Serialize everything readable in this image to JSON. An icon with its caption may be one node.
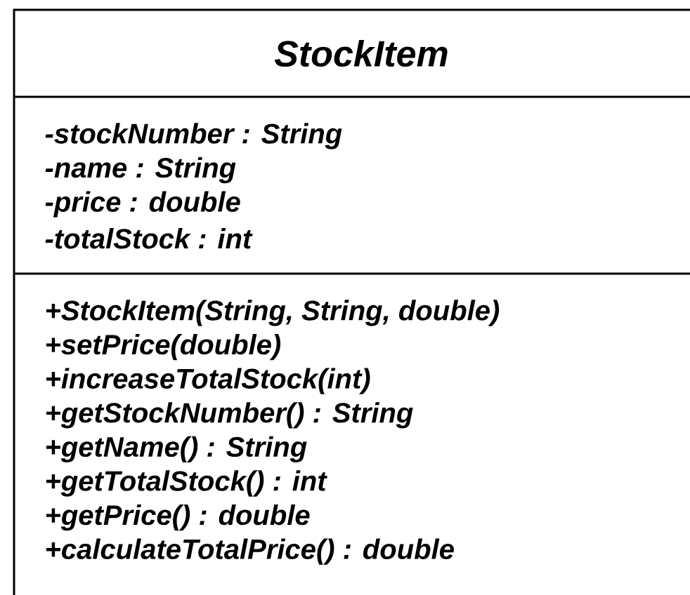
{
  "diagram": {
    "nodes": [
      {
        "text": [
          "StockItem"
        ]
      },
      {
        "text": [
          "-stockNumber : String",
          "-name : String",
          "-price : double",
          "-totalStock : int"
        ],
        "in": 0
      },
      {
        "text": [
          "+StockItem(String, String, double)",
          "+setPrice(double)",
          "+increaseTotalStock(int)",
          "+getStockNumber() : String",
          "+getName() : String",
          "+getTotalStock() : int",
          "+getPrice() : double",
          "+calculateTotalPrice() : double"
        ],
        "in": 0
      }
    ]
  }
}
